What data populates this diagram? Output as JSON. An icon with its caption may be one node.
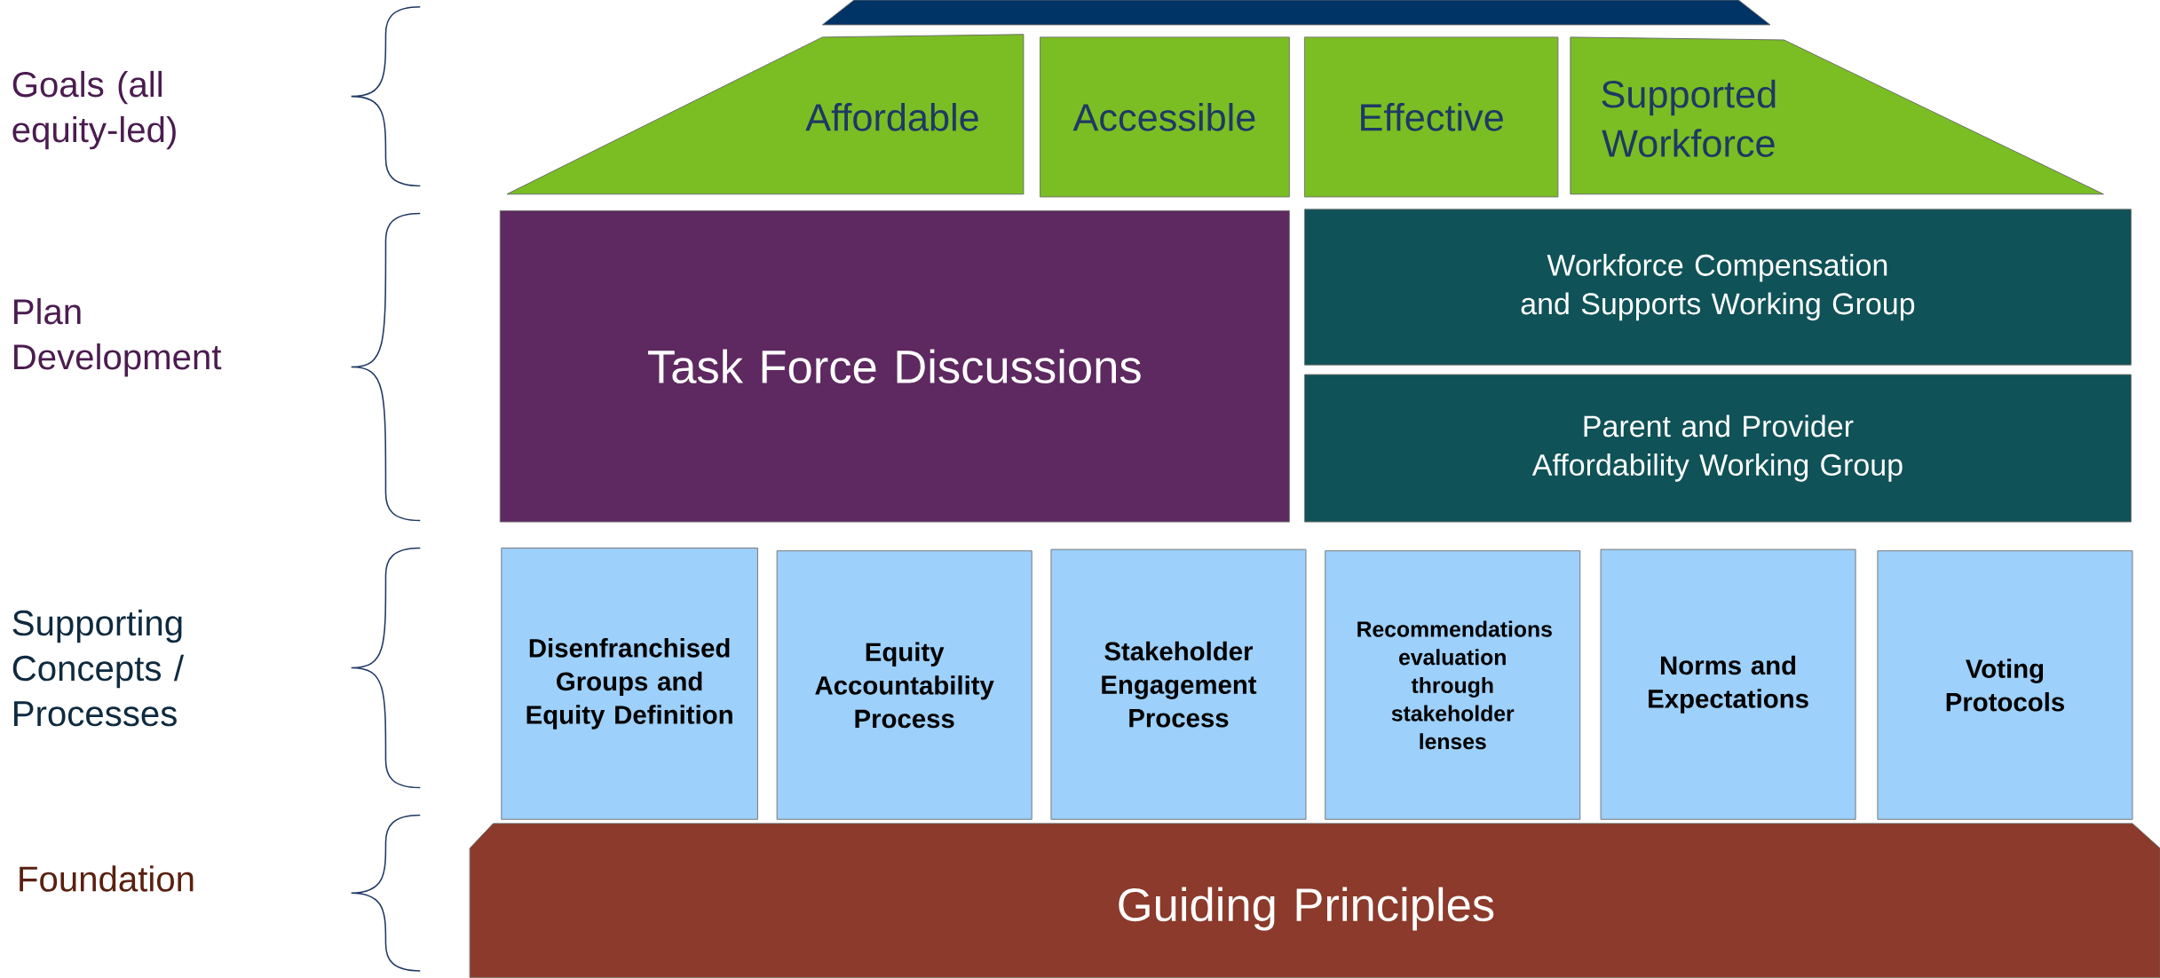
{
  "diagram": {
    "nodes": [
      {
        "text": [],
        "shape": "trapezoid"
      },
      {
        "text": [
          "Affordable"
        ]
      },
      {
        "text": [
          "Accessible"
        ]
      },
      {
        "text": [
          "Effective"
        ]
      },
      {
        "text": [
          "Supported Workforce"
        ]
      },
      {
        "text": [
          "Task Force Discussions"
        ]
      },
      {
        "text": [
          "Workforce Compensation and Supports Working Group"
        ]
      },
      {
        "text": [
          "Parent and Provider Affordability Working Group"
        ]
      },
      {
        "text": [
          "Disenfranchised Groups and Equity Definition"
        ]
      },
      {
        "text": [
          "Equity Accountability Process"
        ]
      },
      {
        "text": [
          "Stakeholder Engagement Process"
        ]
      },
      {
        "text": [
          "Recommendations evaluation through stakeholder lenses"
        ]
      },
      {
        "text": [
          "Norms and Expectations"
        ]
      },
      {
        "text": [
          "Voting Protocols"
        ]
      },
      {
        "text": [
          "Guiding Principles"
        ]
      }
    ],
    "labels": [
      "Goals (all equity-led)",
      "Plan Development",
      "Supporting Concepts / Processes",
      "Foundation"
    ]
  }
}
